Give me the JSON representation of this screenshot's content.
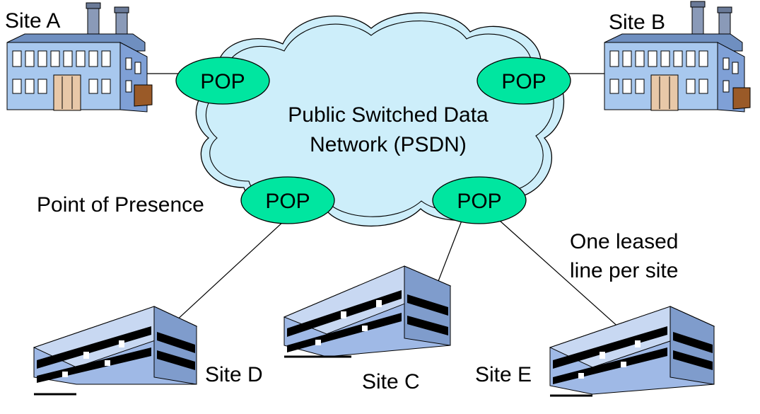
{
  "network": {
    "cloud_line1": "Public Switched Data",
    "cloud_line2": "Network (PSDN)"
  },
  "pops": [
    {
      "label": "POP"
    },
    {
      "label": "POP"
    },
    {
      "label": "POP"
    },
    {
      "label": "POP"
    }
  ],
  "sites": {
    "a": "Site A",
    "b": "Site B",
    "c": "Site C",
    "d": "Site D",
    "e": "Site E"
  },
  "annotations": {
    "pop_caption": "Point of Presence",
    "leased_line_1": "One leased",
    "leased_line_2": "line per site"
  },
  "colors": {
    "cloud_fill": "#cdeefa",
    "pop_fill": "#00e6a0",
    "factory_wall": "#a8c8ee",
    "office_wall": "#9fb9e6",
    "door": "#e8c8a8",
    "annex": "#9a5a28"
  }
}
